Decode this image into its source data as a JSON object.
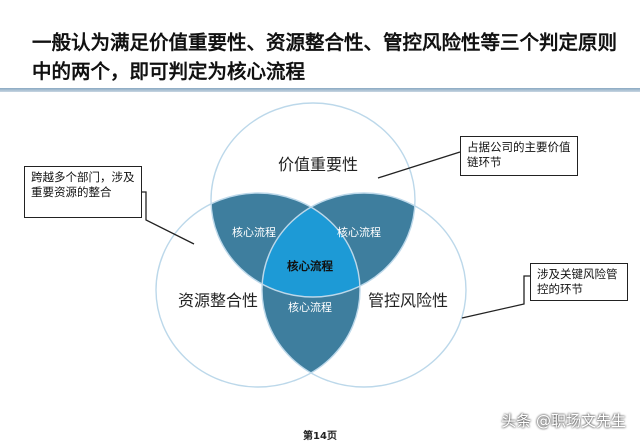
{
  "title": "一般认为满足价值重要性、资源整合性、管控风险性等三个判定原则中的两个，即可判定为核心流程",
  "circles": {
    "top": "价值重要性",
    "left": "资源整合性",
    "right": "管控风险性"
  },
  "overlaps": {
    "top_left": "核心流程",
    "top_right": "核心流程",
    "bottom": "核心流程",
    "center": "核心流程"
  },
  "callouts": {
    "left": "跨越多个部门，涉及重要资源的整合",
    "right_top": "占据公司的主要价值链环节",
    "right_bottom": "涉及关键风险管控的环节"
  },
  "page_number": "第14页",
  "watermark": "头条 @职场文先生",
  "colors": {
    "circle_stroke": "#bcd8ea",
    "pair_overlap": "#3e7e9e",
    "center_overlap": "#1d9ad6"
  }
}
